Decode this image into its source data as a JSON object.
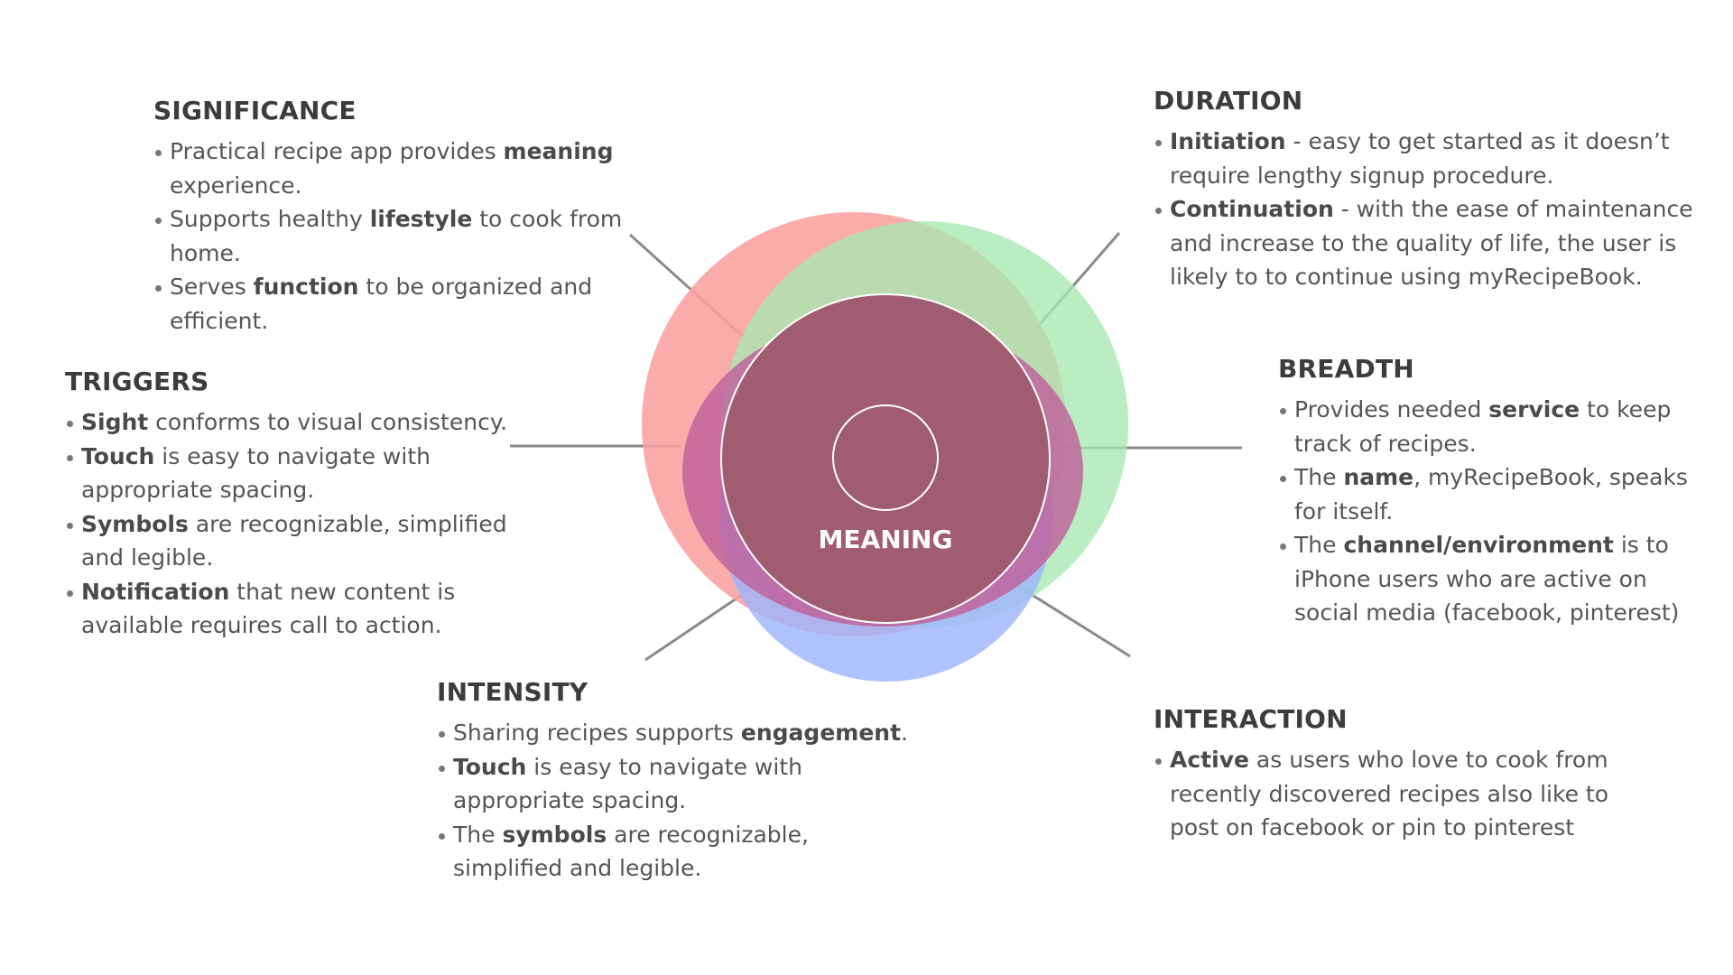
{
  "center_label": "MEANING",
  "colors": {
    "circle_red": "#f9a19f",
    "circle_green": "#a6e8b0",
    "circle_blue": "#9fb5fb",
    "circle_pink": "#c0609a",
    "circle_meaning": "#a05c70",
    "connector": "#8a8a8a",
    "heading": "#3c3c3c",
    "body_text": "#555555"
  },
  "sections": {
    "significance": {
      "title": "SIGNIFICANCE",
      "items": [
        {
          "pre": "Practical recipe app provides ",
          "bold": "meaning",
          "post": " experience."
        },
        {
          "pre": "Supports healthy ",
          "bold": "lifestyle",
          "post": " to cook from home."
        },
        {
          "pre": "Serves ",
          "bold": "function",
          "post": " to be organized and efficient."
        }
      ]
    },
    "triggers": {
      "title": "TRIGGERS",
      "items": [
        {
          "pre": "",
          "bold": "Sight",
          "post": " conforms to visual consistency."
        },
        {
          "pre": "",
          "bold": "Touch",
          "post": " is easy to navigate with appropriate spacing."
        },
        {
          "pre": "",
          "bold": "Symbols",
          "post": " are recognizable, simplified and legible."
        },
        {
          "pre": "",
          "bold": "Notification",
          "post": " that new content is available requires call to action."
        }
      ]
    },
    "intensity": {
      "title": "INTENSITY",
      "items": [
        {
          "pre": "Sharing recipes supports ",
          "bold": "engagement",
          "post": "."
        },
        {
          "pre": "",
          "bold": "Touch",
          "post": " is easy to navigate with appropriate spacing."
        },
        {
          "pre": "The ",
          "bold": "symbols",
          "post": " are recognizable, simplified and legible."
        }
      ]
    },
    "duration": {
      "title": "DURATION",
      "items": [
        {
          "pre": "",
          "bold": "Initiation",
          "post": " - easy to get started as it doesn’t require lengthy signup procedure."
        },
        {
          "pre": "",
          "bold": "Continuation",
          "post": " - with the ease of maintenance and increase to the quality of life, the user is likely to to continue using myRecipeBook."
        }
      ]
    },
    "breadth": {
      "title": "BREADTH",
      "items": [
        {
          "pre": "Provides needed ",
          "bold": "service",
          "post": " to keep track of recipes."
        },
        {
          "pre": "The ",
          "bold": "name",
          "post": ", myRecipeBook, speaks for itself."
        },
        {
          "pre": "The ",
          "bold": "channel/environment",
          "post": " is to iPhone users who are active on social media (facebook, pinterest)"
        }
      ]
    },
    "interaction": {
      "title": "INTERACTION",
      "items": [
        {
          "pre": "",
          "bold": "Active",
          "post": " as users who love to cook from recently discovered recipes also like to post on facebook or pin to pinterest"
        }
      ]
    }
  }
}
